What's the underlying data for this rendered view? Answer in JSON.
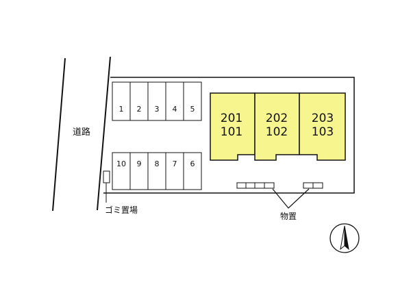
{
  "road_label": "道路",
  "garbage_label": "ゴミ置場",
  "storage_label": "物置",
  "parking_top": [
    "1",
    "2",
    "3",
    "4",
    "5"
  ],
  "parking_bottom": [
    "10",
    "9",
    "8",
    "7",
    "6"
  ],
  "units": [
    {
      "upper": "201",
      "lower": "101"
    },
    {
      "upper": "202",
      "lower": "102"
    },
    {
      "upper": "203",
      "lower": "103"
    }
  ],
  "colors": {
    "unit_fill": "#f6f58e",
    "line": "#111111",
    "background": "#ffffff"
  },
  "icons": [
    "north-arrow-icon"
  ]
}
